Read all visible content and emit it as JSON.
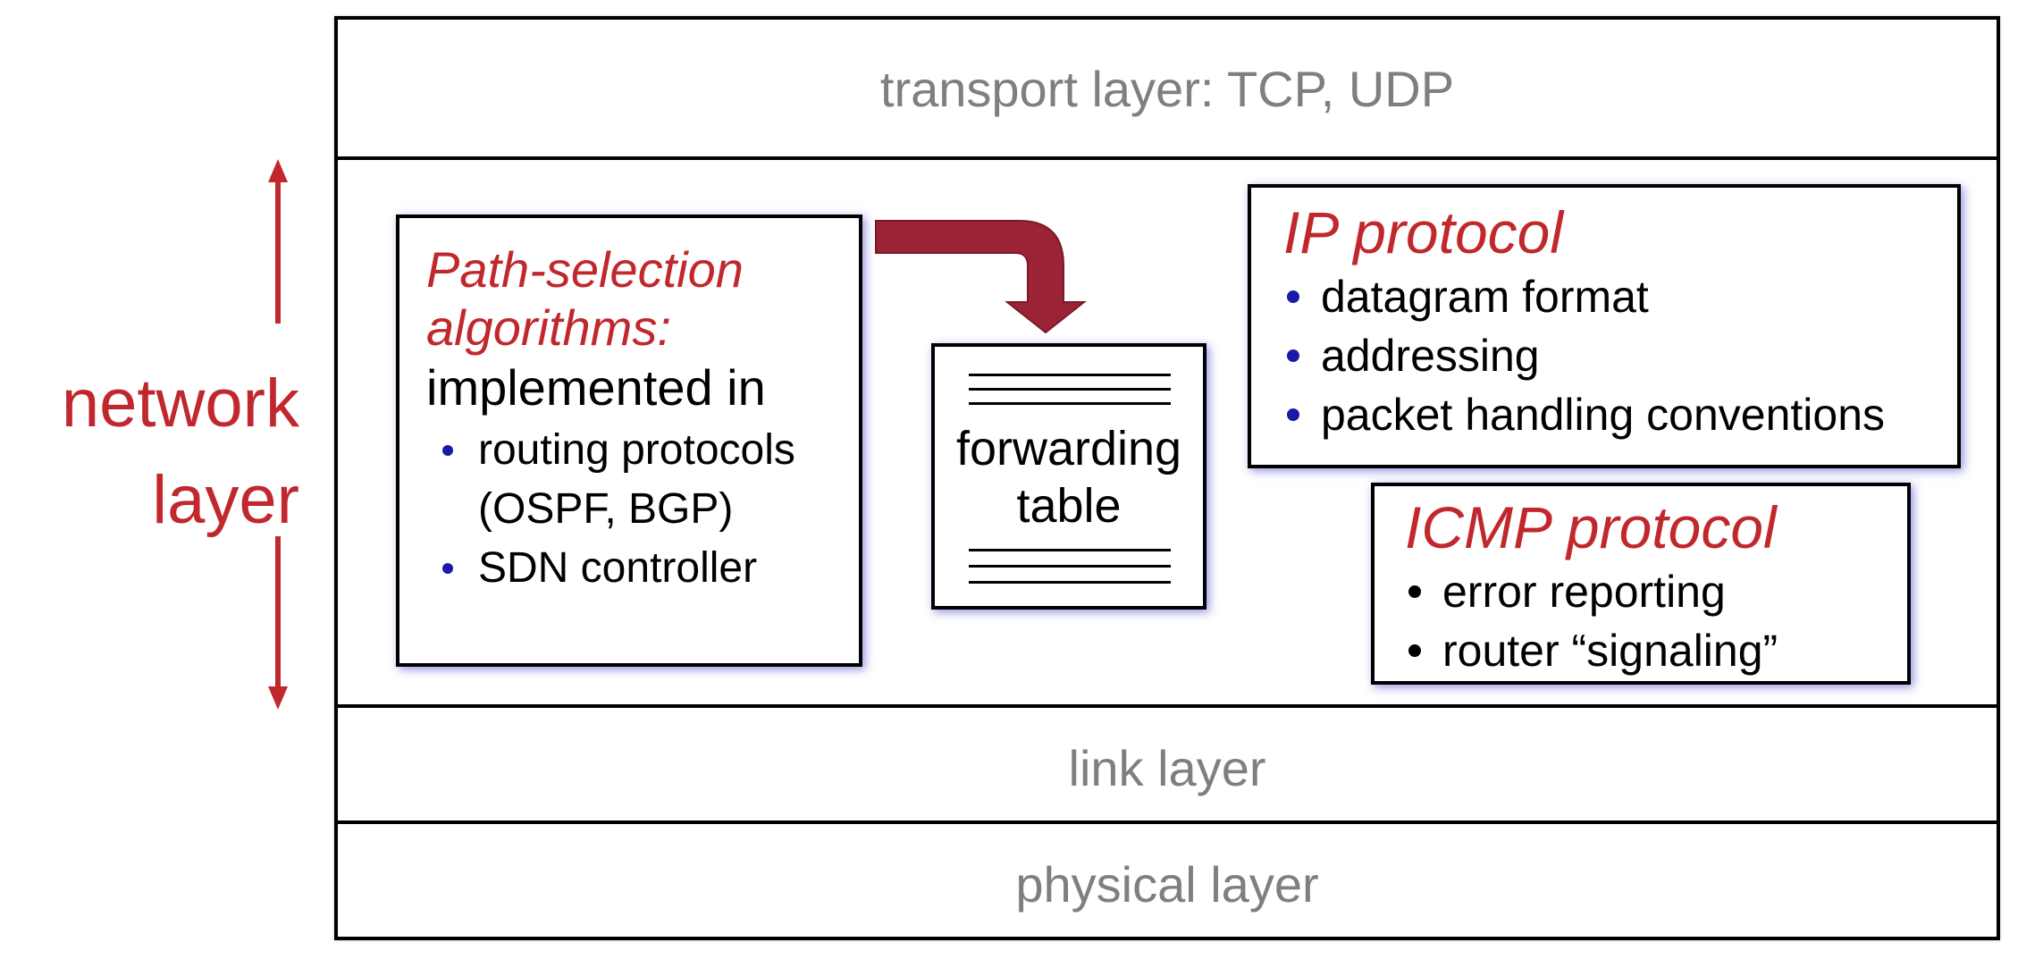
{
  "side_label": {
    "line1": "network",
    "line2": "layer"
  },
  "layers": {
    "transport": "transport layer: TCP, UDP",
    "link": "link layer",
    "physical": "physical layer"
  },
  "path_selection": {
    "title_line1": "Path-selection",
    "title_line2": "algorithms:",
    "subtitle": "implemented in",
    "items": [
      {
        "line1": "routing protocols",
        "line2": "(OSPF, BGP)"
      },
      {
        "line1": "SDN controller",
        "line2": ""
      }
    ]
  },
  "forwarding_table": {
    "line1": "forwarding",
    "line2": "table"
  },
  "ip_protocol": {
    "title": "IP protocol",
    "items": [
      "datagram format",
      "addressing",
      "packet handling conventions"
    ]
  },
  "icmp_protocol": {
    "title": "ICMP protocol",
    "items": [
      "error reporting",
      "router “signaling”"
    ]
  },
  "colors": {
    "accent_red": "#c0282d",
    "arrow_fill": "#9b2335",
    "layer_gray": "#7f7f7f",
    "bullet_blue": "#1a1aa6"
  }
}
